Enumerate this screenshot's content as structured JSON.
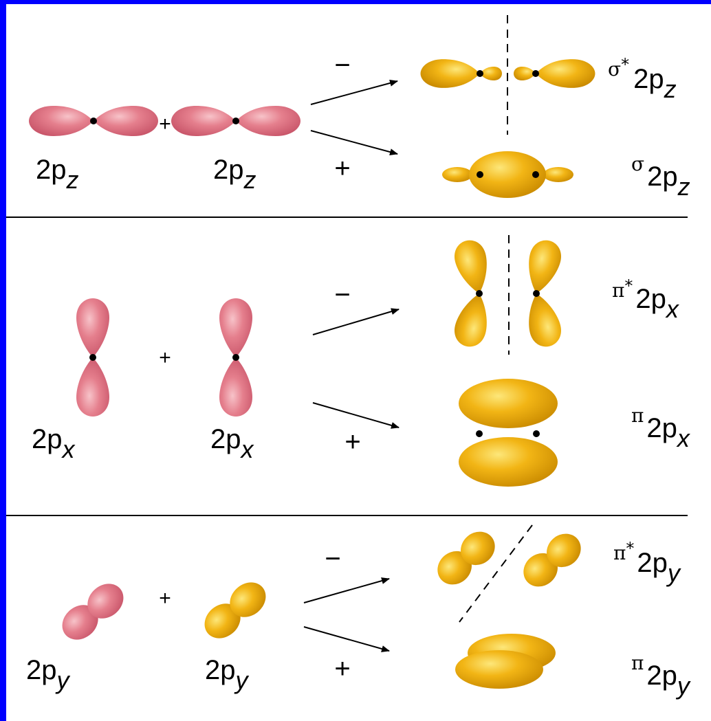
{
  "colors": {
    "frame": "#0000ff",
    "panel": "#ffffff",
    "atomic_orbital": "#e57f8d",
    "molecular_orbital": "#f2b515"
  },
  "panels": [
    {
      "id": "pz",
      "left_label": "2p",
      "left_sub": "z",
      "right_label": "2p",
      "right_sub": "z",
      "plus": "+",
      "minus_sign": "−",
      "plus_sign": "+",
      "antibonding": {
        "symbol": "σ",
        "star": "*",
        "label": "2p",
        "sub": "z"
      },
      "bonding": {
        "symbol": "σ",
        "label": "2p",
        "sub": "z"
      }
    },
    {
      "id": "px",
      "left_label": "2p",
      "left_sub": "x",
      "right_label": "2p",
      "right_sub": "x",
      "plus": "+",
      "minus_sign": "−",
      "plus_sign": "+",
      "antibonding": {
        "symbol": "π",
        "star": "*",
        "label": "2p",
        "sub": "x"
      },
      "bonding": {
        "symbol": "π",
        "label": "2p",
        "sub": "x"
      }
    },
    {
      "id": "py",
      "left_label": "2p",
      "left_sub": "y",
      "right_label": "2p",
      "right_sub": "y",
      "plus": "+",
      "minus_sign": "−",
      "plus_sign": "+",
      "antibonding": {
        "symbol": "π",
        "star": "*",
        "label": "2p",
        "sub": "y"
      },
      "bonding": {
        "symbol": "π",
        "label": "2p",
        "sub": "y"
      }
    }
  ]
}
